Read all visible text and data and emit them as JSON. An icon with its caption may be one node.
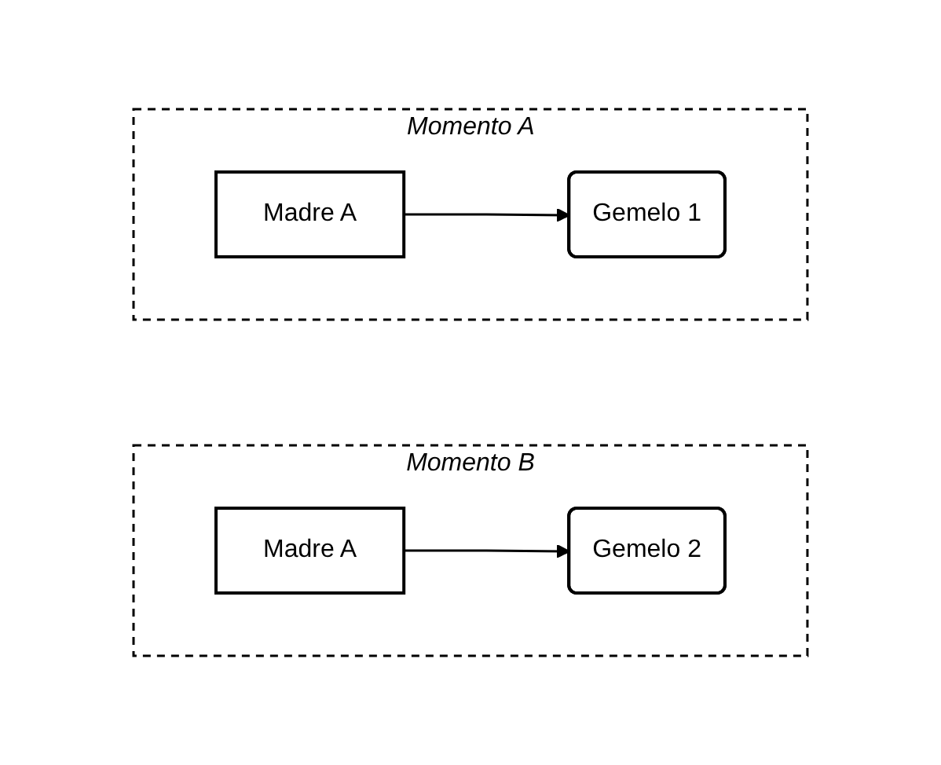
{
  "diagram": {
    "nodes": [
      {
        "text": [
          "Momento A"
        ]
      },
      {
        "text": [
          "Madre A"
        ],
        "in": 0
      },
      {
        "text": [
          "Gemelo 1"
        ],
        "in": 0
      },
      {
        "text": [
          "Momento B"
        ]
      },
      {
        "text": [
          "Madre A"
        ],
        "in": 3
      },
      {
        "text": [
          "Gemelo 2"
        ],
        "in": 3
      }
    ],
    "edges": [
      {
        "from": 1,
        "to": 2,
        "arrow": "to"
      },
      {
        "from": 4,
        "to": 5,
        "arrow": "to"
      }
    ]
  }
}
